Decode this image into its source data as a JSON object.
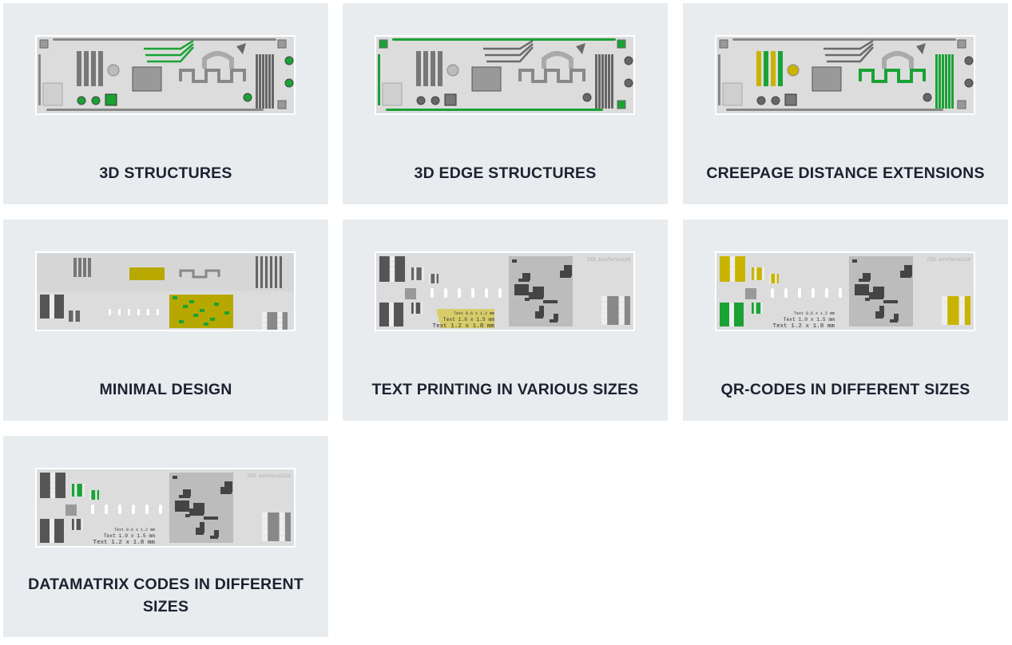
{
  "colors": {
    "card_bg": "#e8ecef",
    "title": "#1b2330",
    "pcb_bg": "#dcdcdc",
    "pcb_dark": "#6a6a6a",
    "green": "#1aa235",
    "yellow": "#c8b400"
  },
  "cards": [
    {
      "title": "3D STRUCTURES",
      "variant": "board",
      "highlight": "3d"
    },
    {
      "title": "3D EDGE STRUCTURES",
      "variant": "board",
      "highlight": "edge"
    },
    {
      "title": "CREEPAGE DISTANCE EXTENSIONS",
      "variant": "board",
      "highlight": "creepage"
    },
    {
      "title": "MINIMAL DESIGN",
      "variant": "minimal",
      "highlight": "minimal"
    },
    {
      "title": "TEXT PRINTING IN VARIOUS SIZES",
      "variant": "codes",
      "highlight": "text"
    },
    {
      "title": "QR-CODES IN DIFFERENT SIZES",
      "variant": "codes",
      "highlight": "qr"
    },
    {
      "title": "DATAMATRIX CODES IN DIFFERENT SIZES",
      "variant": "codes",
      "highlight": "datamatrix"
    }
  ],
  "pcb_text": {
    "brand": "FED.konferenz24",
    "sizes": [
      "Text 0.6 x 1.2 mm",
      "Text 1.0 x 1.5 mm",
      "Text 1.2 x 1.8 mm"
    ]
  }
}
